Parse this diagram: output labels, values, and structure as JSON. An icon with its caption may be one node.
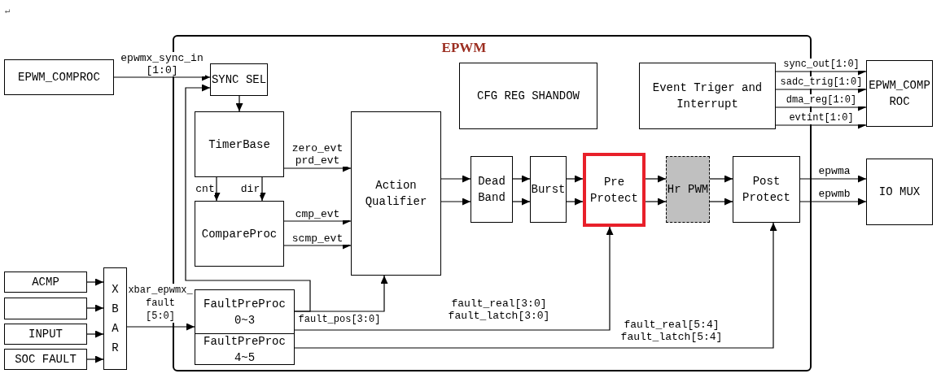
{
  "diagram": {
    "nodes": [
      {
        "text": [
          "EPWM"
        ]
      },
      {
        "text": [
          "EPWM_COMPROC"
        ]
      },
      {
        "text": [
          "SYNC SEL"
        ],
        "in": 0
      },
      {
        "text": [
          "TimerBase"
        ],
        "in": 0
      },
      {
        "text": [
          "CompareProc"
        ],
        "in": 0
      },
      {
        "text": [
          "Action Qualifier"
        ],
        "in": 0
      },
      {
        "text": [
          "CFG REG SHANDOW"
        ],
        "in": 0
      },
      {
        "text": [
          "Event Triger and Interrupt"
        ],
        "in": 0
      },
      {
        "text": [
          "Dead Band"
        ],
        "in": 0
      },
      {
        "text": [
          "Burst"
        ],
        "in": 0
      },
      {
        "text": [
          "Pre Protect"
        ],
        "in": 0
      },
      {
        "text": [
          "Hr PWM"
        ],
        "in": 0
      },
      {
        "text": [
          "Post Protect"
        ],
        "in": 0
      },
      {
        "text": [
          "FaultPreProc 0~3"
        ],
        "in": 0
      },
      {
        "text": [
          "FaultPreProc 4~5"
        ],
        "in": 0
      },
      {
        "text": [
          "EPWM_COMPROC"
        ]
      },
      {
        "text": [
          "IO MUX"
        ]
      },
      {
        "text": [
          "ACMP"
        ]
      },
      {
        "text": [],
        "shape": "box"
      },
      {
        "text": [
          "INPUT"
        ]
      },
      {
        "text": [
          "SOC FAULT"
        ]
      },
      {
        "text": [
          "XBAR"
        ]
      }
    ],
    "edges": [
      {
        "from": 1,
        "to": 2,
        "arrow": "to",
        "label": "epwmx_sync_in [1:0]"
      },
      {
        "from": 13,
        "to": 2,
        "arrow": "to"
      },
      {
        "from": 13,
        "to": 5,
        "arrow": "to",
        "label": "fault_pos[3:0]"
      },
      {
        "from": 2,
        "to": 3,
        "arrow": "to"
      },
      {
        "from": 3,
        "to": 5,
        "arrow": "to",
        "label": "zero_evt prd_evt"
      },
      {
        "from": 3,
        "to": 4,
        "arrow": "to",
        "label": "cnt"
      },
      {
        "from": 3,
        "to": 4,
        "arrow": "to",
        "label": "dir"
      },
      {
        "from": 4,
        "to": 5,
        "arrow": "to",
        "label": "cmp_evt"
      },
      {
        "from": 4,
        "to": 5,
        "arrow": "to",
        "label": "scmp_evt"
      },
      {
        "from": 5,
        "to": 8,
        "arrow": "to"
      },
      {
        "from": 5,
        "to": 8,
        "arrow": "to"
      },
      {
        "from": 8,
        "to": 9,
        "arrow": "to"
      },
      {
        "from": 8,
        "to": 9,
        "arrow": "to"
      },
      {
        "from": 9,
        "to": 10,
        "arrow": "to"
      },
      {
        "from": 9,
        "to": 10,
        "arrow": "to"
      },
      {
        "from": 10,
        "to": 11,
        "arrow": "to"
      },
      {
        "from": 10,
        "to": 11,
        "arrow": "to"
      },
      {
        "from": 11,
        "to": 12,
        "arrow": "to"
      },
      {
        "from": 11,
        "to": 12,
        "arrow": "to"
      },
      {
        "from": 12,
        "to": 16,
        "arrow": "to",
        "label": "epwma"
      },
      {
        "from": 12,
        "to": 16,
        "arrow": "to",
        "label": "epwmb"
      },
      {
        "from": 13,
        "to": 10,
        "arrow": "to",
        "label": "fault_real[3:0] fault_latch[3:0]"
      },
      {
        "from": 14,
        "to": 12,
        "arrow": "to",
        "label": "fault_real[5:4] fault_latch[5:4]"
      },
      {
        "from": 7,
        "to": 15,
        "arrow": "to",
        "label": "sync_out[1:0]"
      },
      {
        "from": 7,
        "to": 15,
        "arrow": "to",
        "label": "sadc_trig[1:0]"
      },
      {
        "from": 7,
        "to": 15,
        "arrow": "to",
        "label": "dma_reg[1:0]"
      },
      {
        "from": 7,
        "to": 15,
        "arrow": "to",
        "label": "evtint[1:0]"
      },
      {
        "from": 17,
        "to": 21,
        "arrow": "to"
      },
      {
        "from": 18,
        "to": 21,
        "arrow": "to"
      },
      {
        "from": 19,
        "to": 21,
        "arrow": "to"
      },
      {
        "from": 20,
        "to": 21,
        "arrow": "to"
      },
      {
        "from": 21,
        "to": 13,
        "arrow": "to",
        "label": "xbar_epwmx_ fault [5:0]"
      }
    ],
    "labels": [
      "↵"
    ]
  }
}
